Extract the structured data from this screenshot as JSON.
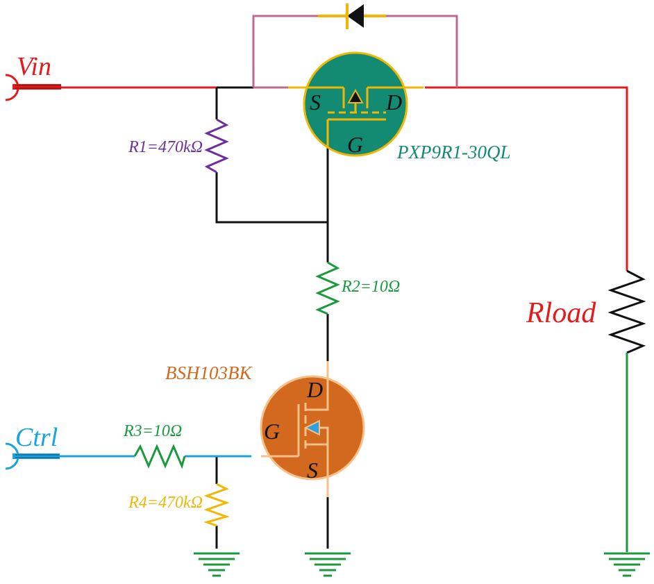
{
  "labels": {
    "vin": "Vin",
    "ctrl": "Ctrl",
    "rload": "Rload",
    "r1": "R1=470kΩ",
    "r2": "R2=10Ω",
    "r3": "R3=10Ω",
    "r4": "R4=470kΩ",
    "pmos_part": "PXP9R1-30QL",
    "nmos_part": "BSH103BK",
    "pmos_s": "S",
    "pmos_d": "D",
    "pmos_g": "G",
    "nmos_d": "D",
    "nmos_g": "G",
    "nmos_s": "S"
  },
  "colors": {
    "vin_net": "#e31b1b",
    "ctrl_net": "#1aa3de",
    "ground": "#1a9a3c",
    "black_net": "#111111",
    "r1": "#6b2fa0",
    "r2": "#1a9a3c",
    "r4": "#f2b705",
    "diode_wire": "#c2678c",
    "pmos_body": "#138a72",
    "pmos_rim": "#f2b705",
    "nmos_body": "#d2691e",
    "nmos_rim": "#f6c089",
    "nmos_arrow": "#2aa3e0"
  }
}
